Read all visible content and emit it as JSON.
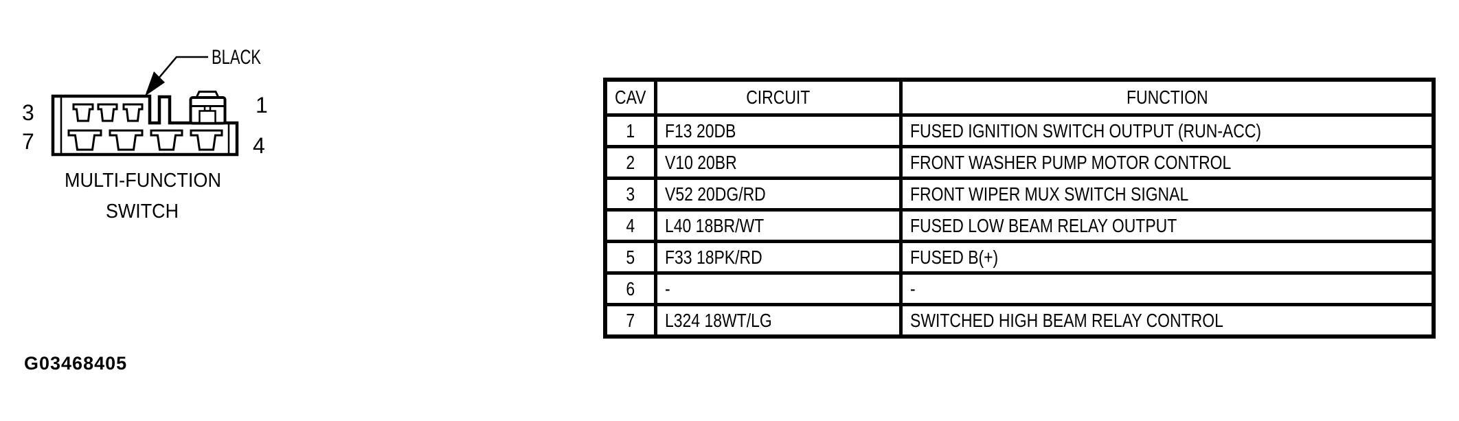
{
  "colors": {
    "ink": "#000000",
    "background": "#ffffff"
  },
  "diagram": {
    "wire_color_label": "BLACK",
    "caption_line1": "MULTI-FUNCTION",
    "caption_line2": "SWITCH",
    "pin_labels": {
      "top_left": "3",
      "bottom_left": "7",
      "top_right": "1",
      "bottom_right": "4"
    }
  },
  "figure_id": "G03468405",
  "table": {
    "headers": [
      "CAV",
      "CIRCUIT",
      "FUNCTION"
    ],
    "rows": [
      {
        "cav": "1",
        "circuit": "F13 20DB",
        "function": "FUSED IGNITION SWITCH OUTPUT (RUN-ACC)"
      },
      {
        "cav": "2",
        "circuit": "V10 20BR",
        "function": "FRONT WASHER PUMP MOTOR CONTROL"
      },
      {
        "cav": "3",
        "circuit": "V52 20DG/RD",
        "function": "FRONT WIPER MUX SWITCH SIGNAL"
      },
      {
        "cav": "4",
        "circuit": "L40 18BR/WT",
        "function": "FUSED LOW BEAM RELAY OUTPUT"
      },
      {
        "cav": "5",
        "circuit": "F33 18PK/RD",
        "function": "FUSED B(+)"
      },
      {
        "cav": "6",
        "circuit": "-",
        "function": "-"
      },
      {
        "cav": "7",
        "circuit": "L324 18WT/LG",
        "function": "SWITCHED HIGH BEAM RELAY CONTROL"
      }
    ]
  }
}
